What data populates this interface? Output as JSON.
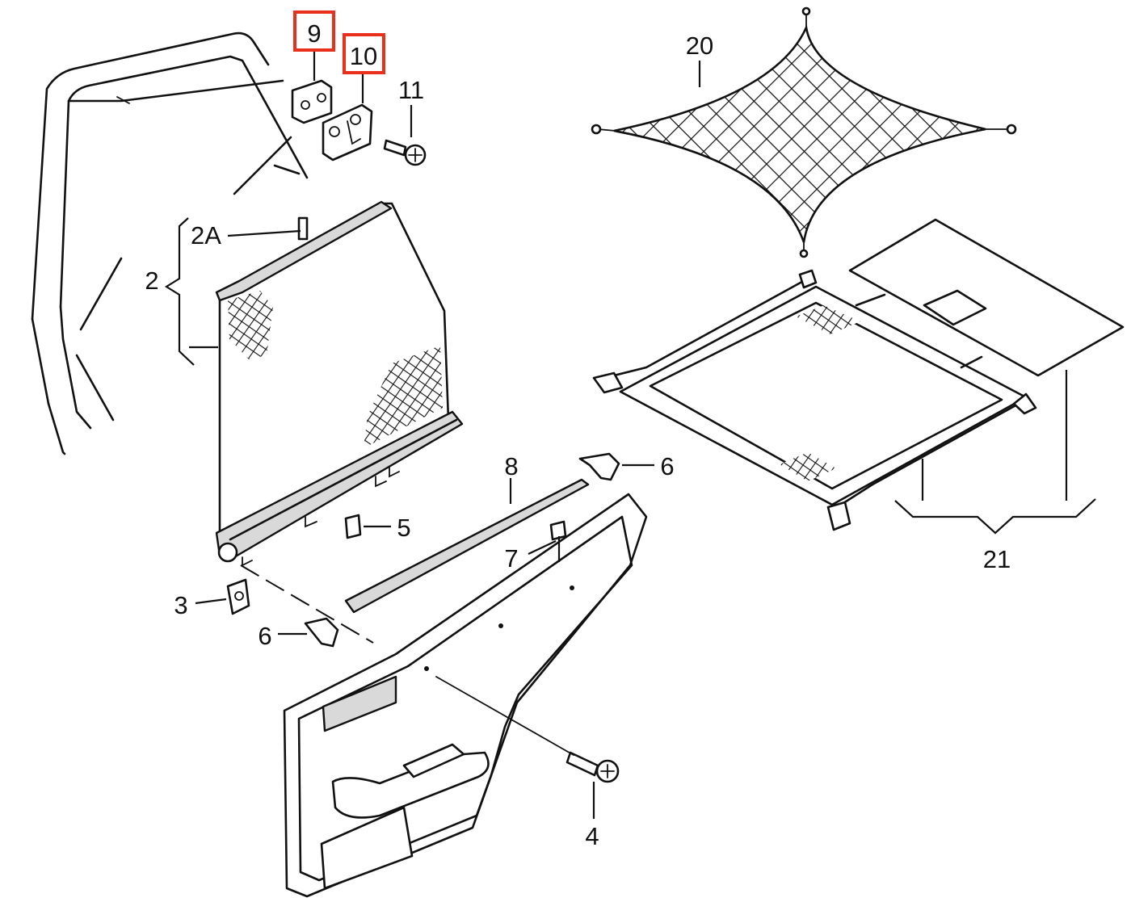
{
  "labels": {
    "l9": "9",
    "l10": "10",
    "l11": "11",
    "l20": "20",
    "l2A": "2A",
    "l2": "2",
    "l8": "8",
    "l6a": "6",
    "l5": "5",
    "l7": "7",
    "l3": "3",
    "l6b": "6",
    "l21": "21",
    "l4": "4"
  },
  "highlighted": [
    "9",
    "10"
  ],
  "colors": {
    "line": "#111111",
    "highlight": "#e8301c",
    "background": "#ffffff"
  }
}
